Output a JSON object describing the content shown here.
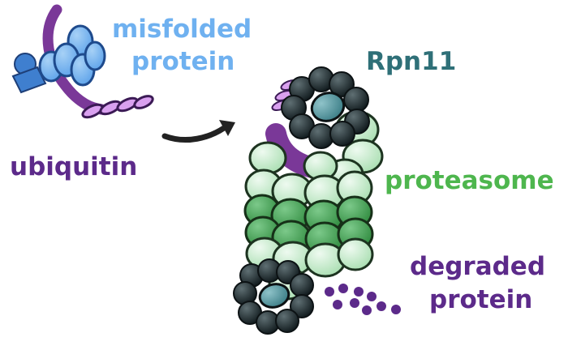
{
  "labels": {
    "misfolded": "misfolded",
    "protein_top": "protein",
    "rpn11": "Rpn11",
    "ubiquitin": "ubiquitin",
    "proteasome": "proteasome",
    "degraded": "degraded",
    "protein_bottom": "protein"
  },
  "colors": {
    "misfolded_text": "#6fb1f0",
    "rpn11_text": "#2f7078",
    "ubiquitin_text": "#5c2a8a",
    "proteasome_text": "#4eb64e",
    "degraded_text": "#5c2a8a",
    "substrate_blue": "#6fb1f0",
    "substrate_dark_blue": "#2f6fbe",
    "ubiquitin_purple": "#7a3898",
    "ubiquitin_light": "#d9a0ef",
    "proteasome_light_green": "#bfe8c4",
    "proteasome_dark_green": "#3d9a4b",
    "cap_dark": "#1f2d31",
    "rpn11_teal": "#4b8d96",
    "degraded_dots": "#5c2a8a",
    "arrow": "#222222"
  }
}
